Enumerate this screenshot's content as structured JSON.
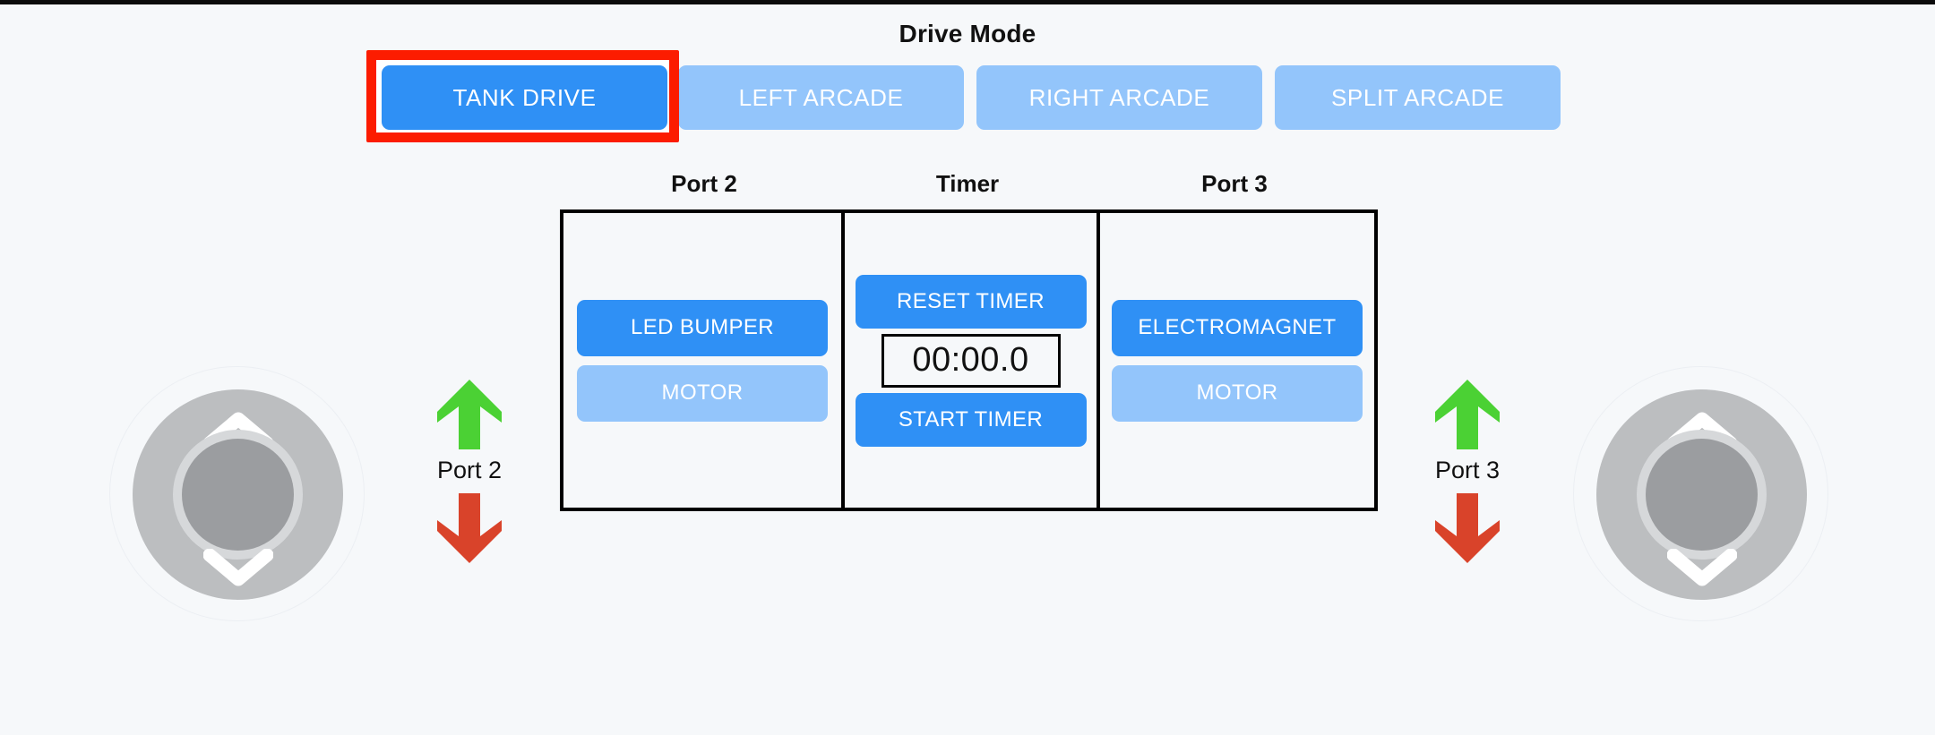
{
  "colors": {
    "page_background": "#f6f8fa",
    "accent_blue_active": "#2f90f5",
    "accent_blue_inactive": "#93c5fb",
    "highlight_red": "#fc1c00",
    "arrow_up_green": "#4bd134",
    "arrow_down_red": "#d9432a",
    "panel_border": "#000000",
    "joystick_outer": "#bcbec0",
    "joystick_ring": "#d6d8da",
    "joystick_knob": "#9b9da0",
    "text_dark": "#111111",
    "text_on_button": "#ffffff"
  },
  "drive_mode": {
    "title": "Drive Mode",
    "selected": "TANK DRIVE",
    "buttons": [
      {
        "label": "TANK DRIVE",
        "state": "active"
      },
      {
        "label": "LEFT ARCADE",
        "state": "inactive"
      },
      {
        "label": "RIGHT ARCADE",
        "state": "inactive"
      },
      {
        "label": "SPLIT ARCADE",
        "state": "inactive"
      }
    ]
  },
  "panels": {
    "port2": {
      "heading": "Port 2",
      "buttons": [
        {
          "label": "LED BUMPER",
          "state": "active"
        },
        {
          "label": "MOTOR",
          "state": "inactive"
        }
      ]
    },
    "timer": {
      "heading": "Timer",
      "reset_label": "RESET TIMER",
      "display": "00:00.0",
      "start_label": "START TIMER"
    },
    "port3": {
      "heading": "Port 3",
      "buttons": [
        {
          "label": "ELECTROMAGNET",
          "state": "active"
        },
        {
          "label": "MOTOR",
          "state": "inactive"
        }
      ]
    }
  },
  "arrow_clusters": [
    {
      "id": "left",
      "up_icon": "arrow-up-icon",
      "label": "Port 2",
      "down_icon": "arrow-down-icon"
    },
    {
      "id": "right",
      "up_icon": "arrow-up-icon",
      "label": "Port 3",
      "down_icon": "arrow-down-icon"
    }
  ],
  "joysticks": [
    {
      "id": "left",
      "up_icon": "chevron-up-icon",
      "down_icon": "chevron-down-icon"
    },
    {
      "id": "right",
      "up_icon": "chevron-up-icon",
      "down_icon": "chevron-down-icon"
    }
  ]
}
